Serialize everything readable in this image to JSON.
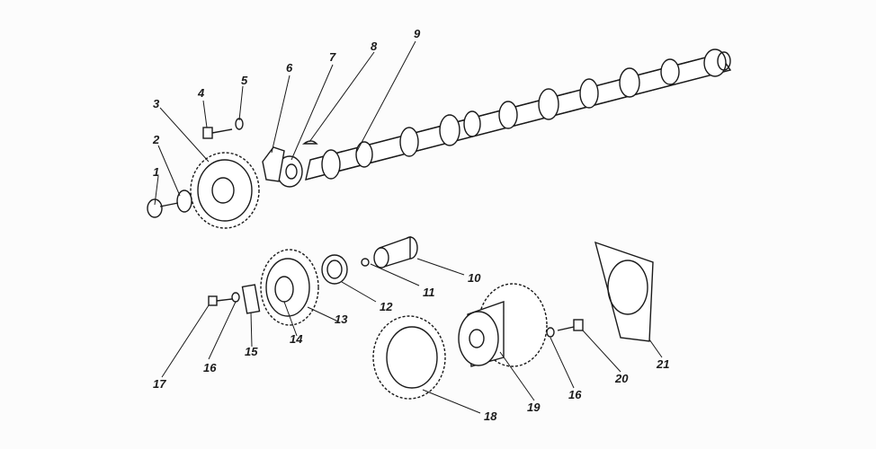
{
  "diagram": {
    "part_numbers": [
      "1",
      "2",
      "3",
      "4",
      "5",
      "6",
      "7",
      "8",
      "9",
      "10",
      "11",
      "12",
      "13",
      "14",
      "15",
      "16",
      "17",
      "18",
      "19",
      "20",
      "21",
      "16"
    ]
  },
  "colors": {
    "ink": "#1a1a1a",
    "paper": "#fcfcfc",
    "shade": "#9a9a9a"
  }
}
